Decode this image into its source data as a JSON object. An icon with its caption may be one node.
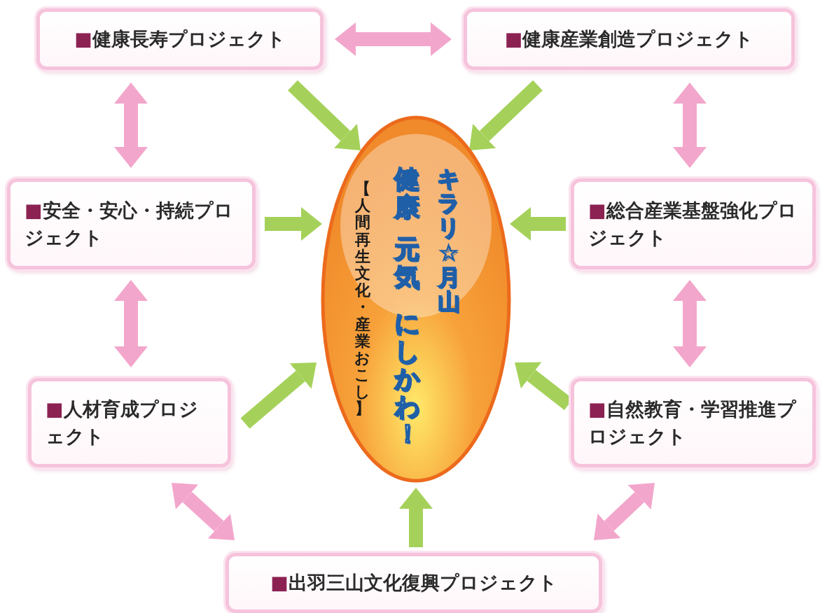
{
  "diagram": {
    "nodes": [
      {
        "text": [
          "■健康長寿プロジェクト"
        ]
      },
      {
        "text": [
          "■健康産業創造プロジェクト"
        ]
      },
      {
        "text": [
          "■安全・安心・持続プロジェクト"
        ]
      },
      {
        "text": [
          "■総合産業基盤強化プロジェクト"
        ]
      },
      {
        "text": [
          "■人材育成プロジェクト"
        ]
      },
      {
        "text": [
          "■自然教育・学習推進プロジェクト"
        ]
      },
      {
        "text": [
          "■出羽三山文化復興プロジェクト"
        ]
      },
      {
        "text": [
          "【人間再生文化・産業おこし】",
          "健康",
          "元気",
          "にしかわ！",
          "キラリ☆月山"
        ]
      }
    ],
    "edges": [
      {
        "from": 0,
        "to": 1,
        "arrow": "both",
        "color": "#f3a6cb"
      },
      {
        "from": 0,
        "to": 2,
        "arrow": "both",
        "color": "#f3a6cb"
      },
      {
        "from": 2,
        "to": 4,
        "arrow": "both",
        "color": "#f3a6cb"
      },
      {
        "from": 4,
        "to": 6,
        "arrow": "both",
        "color": "#f3a6cb"
      },
      {
        "from": 1,
        "to": 3,
        "arrow": "both",
        "color": "#f3a6cb"
      },
      {
        "from": 3,
        "to": 5,
        "arrow": "both",
        "color": "#f3a6cb"
      },
      {
        "from": 5,
        "to": 6,
        "arrow": "both",
        "color": "#f3a6cb"
      },
      {
        "from": 0,
        "to": 7,
        "arrow": "to",
        "color": "#a5d15a"
      },
      {
        "from": 1,
        "to": 7,
        "arrow": "to",
        "color": "#a5d15a"
      },
      {
        "from": 2,
        "to": 7,
        "arrow": "to",
        "color": "#a5d15a"
      },
      {
        "from": 3,
        "to": 7,
        "arrow": "to",
        "color": "#a5d15a"
      },
      {
        "from": 4,
        "to": 7,
        "arrow": "to",
        "color": "#a5d15a"
      },
      {
        "from": 5,
        "to": 7,
        "arrow": "to",
        "color": "#a5d15a"
      },
      {
        "from": 6,
        "to": 7,
        "arrow": "to",
        "color": "#a5d15a"
      }
    ]
  }
}
